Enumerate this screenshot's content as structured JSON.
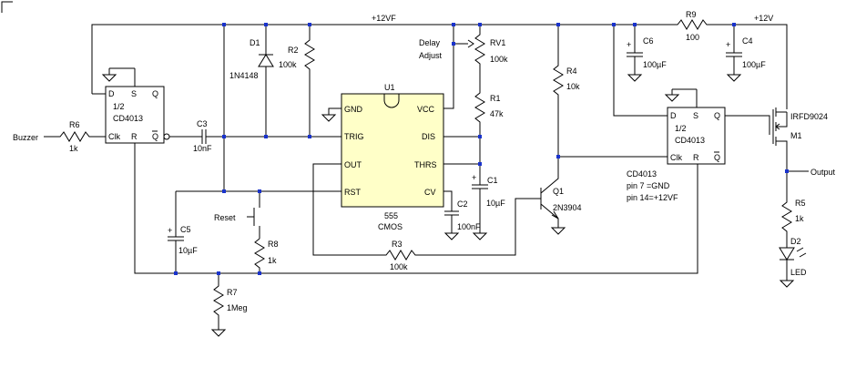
{
  "rails": {
    "vf_label": "+12VF",
    "v12_label": "+12V",
    "output_label": "Output"
  },
  "u1": {
    "ref": "U1",
    "type": "555",
    "tech": "CMOS",
    "pins": {
      "gnd": "GND",
      "vcc": "VCC",
      "trig": "TRIG",
      "dis": "DIS",
      "out": "OUT",
      "thrs": "THRS",
      "rst": "RST",
      "cv": "CV"
    }
  },
  "ff1": {
    "half": "1/2",
    "part": "CD4013",
    "d": "D",
    "s": "S",
    "q": "Q",
    "clk": "Clk",
    "r": "R",
    "qbar": "Q"
  },
  "ff2": {
    "half": "1/2",
    "part": "CD4013",
    "d": "D",
    "s": "S",
    "q": "Q",
    "clk": "Clk",
    "r": "R",
    "qbar": "Q"
  },
  "inputs": {
    "buzzer": "Buzzer",
    "reset": "Reset"
  },
  "components": {
    "r6": {
      "ref": "R6",
      "value": "1k"
    },
    "c3": {
      "ref": "C3",
      "value": "10nF"
    },
    "d1": {
      "ref": "D1",
      "value": "1N4148"
    },
    "r2": {
      "ref": "R2",
      "value": "100k"
    },
    "rv1": {
      "ref": "RV1",
      "value": "100k",
      "label1": "Delay",
      "label2": "Adjust"
    },
    "r1": {
      "ref": "R1",
      "value": "47k"
    },
    "c1": {
      "ref": "C1",
      "value": "10µF"
    },
    "c2": {
      "ref": "C2",
      "value": "100nF"
    },
    "r4": {
      "ref": "R4",
      "value": "10k"
    },
    "q1": {
      "ref": "Q1",
      "value": "2N3904"
    },
    "c6": {
      "ref": "C6",
      "value": "100µF"
    },
    "r9": {
      "ref": "R9",
      "value": "100"
    },
    "c4": {
      "ref": "C4",
      "value": "100µF"
    },
    "m1": {
      "ref": "M1",
      "value": "IRFD9024"
    },
    "r5": {
      "ref": "R5",
      "value": "1k"
    },
    "d2": {
      "ref": "D2",
      "value": "LED"
    },
    "c5": {
      "ref": "C5",
      "value": "10µF"
    },
    "r8": {
      "ref": "R8",
      "value": "1k"
    },
    "r7": {
      "ref": "R7",
      "value": "1Meg"
    },
    "r3": {
      "ref": "R3",
      "value": "100k"
    }
  },
  "notes": {
    "line1": "CD4013",
    "line2": "pin 7 =GND",
    "line3": "pin 14=+12VF"
  },
  "colors": {
    "wire": "#000000",
    "junction": "#1a33cc",
    "ic_fill": "#ffffc8"
  }
}
